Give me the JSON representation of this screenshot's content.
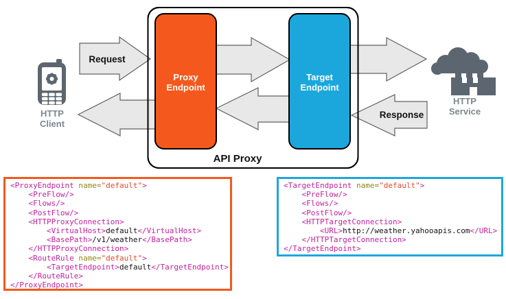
{
  "diagram": {
    "client": {
      "label_line1": "HTTP",
      "label_line2": "Client"
    },
    "service": {
      "label_line1": "HTTP",
      "label_line2": "Service"
    },
    "proxy_endpoint": {
      "label_line1": "Proxy",
      "label_line2": "Endpoint"
    },
    "target_endpoint": {
      "label_line1": "Target",
      "label_line2": "Endpoint"
    },
    "api_proxy_label": "API Proxy",
    "request_label": "Request",
    "response_label": "Response"
  },
  "colors": {
    "proxy_orange": "#F4581C",
    "target_blue": "#1CA7DC",
    "arrow_fill": "#E8E8E8",
    "arrow_stroke": "#606060",
    "icon_gray": "#5C6670",
    "label_gray": "#7D8890",
    "code_tag": "#C0219E",
    "code_attr": "#94871A",
    "code_string": "#E2492F",
    "code_text": "#111111"
  },
  "code_blocks": {
    "proxy": {
      "lines": [
        [
          [
            "tag",
            "<ProxyEndpoint "
          ],
          [
            "attr",
            "name="
          ],
          [
            "str",
            "\"default\""
          ],
          [
            "tag",
            ">"
          ]
        ],
        [
          [
            "tag",
            "    <PreFlow/>"
          ]
        ],
        [
          [
            "tag",
            "    <Flows/>"
          ]
        ],
        [
          [
            "tag",
            "    <PostFlow/>"
          ]
        ],
        [
          [
            "tag",
            "    <HTTPProxyConnection>"
          ]
        ],
        [
          [
            "tag",
            "        <VirtualHost>"
          ],
          [
            "txt",
            "default"
          ],
          [
            "tag",
            "</VirtualHost>"
          ]
        ],
        [
          [
            "tag",
            "        <BasePath>"
          ],
          [
            "txt",
            "/v1/weather"
          ],
          [
            "tag",
            "</BasePath>"
          ]
        ],
        [
          [
            "tag",
            "    </HTTPProxyConnection>"
          ]
        ],
        [
          [
            "tag",
            "    <RouteRule "
          ],
          [
            "attr",
            "name="
          ],
          [
            "str",
            "\"default\""
          ],
          [
            "tag",
            ">"
          ]
        ],
        [
          [
            "tag",
            "        <TargetEndpoint>"
          ],
          [
            "txt",
            "default"
          ],
          [
            "tag",
            "</TargetEndpoint>"
          ]
        ],
        [
          [
            "tag",
            "    </RouteRule>"
          ]
        ],
        [
          [
            "tag",
            "</ProxyEndpoint>"
          ]
        ]
      ]
    },
    "target": {
      "lines": [
        [
          [
            "tag",
            "<TargetEndpoint "
          ],
          [
            "attr",
            "name="
          ],
          [
            "str",
            "\"default\""
          ],
          [
            "tag",
            ">"
          ]
        ],
        [
          [
            "tag",
            "    <PreFlow/>"
          ]
        ],
        [
          [
            "tag",
            "    <Flows/>"
          ]
        ],
        [
          [
            "tag",
            "    <PostFlow/>"
          ]
        ],
        [
          [
            "tag",
            "    <HTTPTargetConnection>"
          ]
        ],
        [
          [
            "tag",
            "        <URL>"
          ],
          [
            "txt",
            "http://weather.yahooapis.com"
          ],
          [
            "tag",
            "</URL>"
          ]
        ],
        [
          [
            "tag",
            "    </HTTPTargetConnection>"
          ]
        ],
        [
          [
            "tag",
            "</TargetEndpoint>"
          ]
        ]
      ]
    }
  }
}
